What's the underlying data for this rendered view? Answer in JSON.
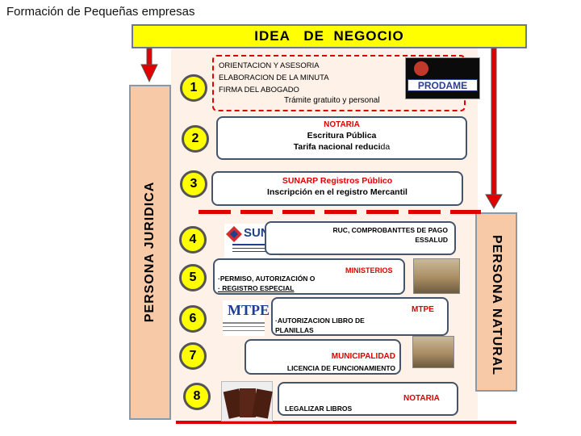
{
  "page_title": "Formación de Pequeñas empresas",
  "banner": "IDEA   DE  NEGOCIO",
  "left_panel_label": "PERSONA JURIDICA",
  "right_panel_label": "PERSONA NATURAL",
  "steps": [
    "1",
    "2",
    "3",
    "4",
    "5",
    "6",
    "7",
    "8"
  ],
  "step1": {
    "line1": "ORIENTACION Y ASESORIA",
    "line2": "ELABORACION DE LA MINUTA",
    "line3": "FIRMA DEL ABOGADO",
    "note": "Trámite gratuito y personal",
    "logo_text": "PRODAME"
  },
  "step2": {
    "title": "NOTARIA",
    "line1": "Escritura Pública",
    "line2": "Tarifa nacional reduci",
    "line2_tail": "da"
  },
  "step3": {
    "title": "SUNARP  Registros Público",
    "line1": "Inscripción en el registro Mercantil"
  },
  "step4": {
    "logo_text": "SUNAT",
    "line1": "RUC, COMPROBANTTES DE PAGO",
    "line2": "ESSALUD"
  },
  "step5": {
    "title": "MINISTERIOS",
    "line1": "·PERMISO, AUTORIZACIÓN  O",
    "line2": "· REGISTRO ESPECIAL"
  },
  "step6": {
    "logo_text": "MTPE",
    "title": "MTPE",
    "line1": "·AUTORIZACION LIBRO DE",
    "line2": "PLANILLAS"
  },
  "step7": {
    "title": "MUNICIPALIDAD",
    "line1": "LICENCIA DE FUNCIONAMIENTO"
  },
  "step8": {
    "title": "NOTARIA",
    "line1": "LEGALIZAR LIBROS"
  },
  "colors": {
    "accent_red": "#e00000",
    "banner_yellow": "#ffff00",
    "panel_peach": "#f7c9a7"
  }
}
